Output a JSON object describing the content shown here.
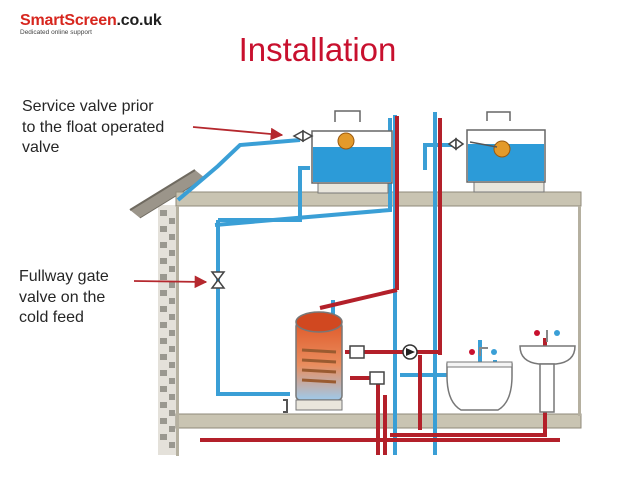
{
  "logo": {
    "brand_red": "SmartScreen",
    "brand_dark": ".co.uk",
    "tagline": "Dedicated online support"
  },
  "title": "Installation",
  "callouts": [
    {
      "lines": [
        "Service valve prior",
        "to the float operated",
        "valve"
      ]
    },
    {
      "lines": [
        "Fullway gate",
        "valve on the",
        "cold feed"
      ]
    }
  ],
  "colors": {
    "title": "#c8102e",
    "cold_pipe": "#3a9fd6",
    "hot_pipe": "#b3202a",
    "floor": "#c9c4b2",
    "water": "#2c9bd8",
    "brick": "#9a9890",
    "arrow": "#b5282e"
  }
}
